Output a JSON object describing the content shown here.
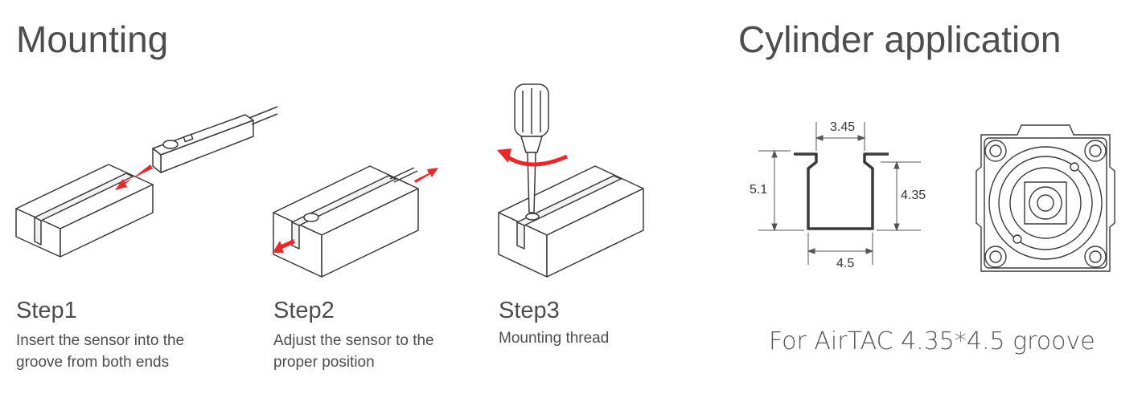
{
  "titles": {
    "mounting": "Mounting",
    "cylinder": "Cylinder application"
  },
  "steps": [
    {
      "heading": "Step1",
      "desc_line1": "Insert the sensor into the",
      "desc_line2": "groove from both ends"
    },
    {
      "heading": "Step2",
      "desc_line1": "Adjust the sensor to the",
      "desc_line2": "proper position"
    },
    {
      "heading": "Step3",
      "desc_line1": "Mounting thread",
      "desc_line2": ""
    }
  ],
  "groove": {
    "top_width": "3.45",
    "height": "5.1",
    "inner_height": "4.35",
    "bottom_width": "4.5"
  },
  "caption": "For AirTAC 4.35*4.5 groove",
  "colors": {
    "arrow": "#e8282b",
    "line": "#3a3a3a",
    "text": "#4d4d4d"
  }
}
